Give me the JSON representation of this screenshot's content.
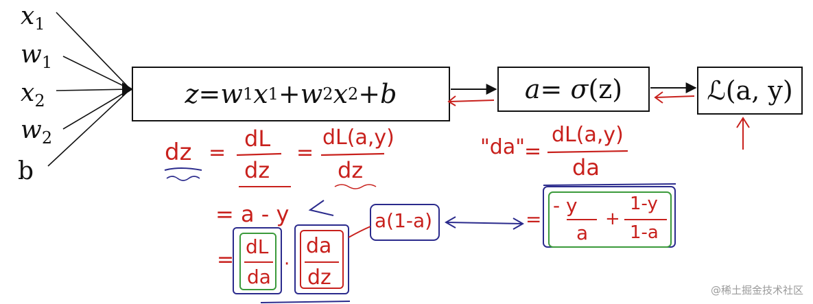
{
  "inputs": {
    "x1": "x",
    "x1_sub": "1",
    "w1": "w",
    "w1_sub": "1",
    "x2": "x",
    "x2_sub": "2",
    "w2": "w",
    "w2_sub": "2",
    "b": "b"
  },
  "nodes": {
    "linear": {
      "lhs": "z",
      "eq": " = ",
      "w1": "w",
      "s1": "1",
      "x1": "x",
      "t1": "1",
      "plus1": " + ",
      "w2": "w",
      "s2": "2",
      "x2": "x",
      "t2": "2",
      "plus2": " + ",
      "b": "b"
    },
    "sigmoid": {
      "lhs": "a",
      "eq": " = ",
      "sig": "σ",
      "arg": "(z)"
    },
    "loss": {
      "L": "ℒ",
      "args": "(a, y)"
    }
  },
  "handwriting": {
    "dz_label": "dz",
    "eq": "=",
    "dL": "dL",
    "dz_den": "dz",
    "dL_ay": "dL(a,y)",
    "dz_den2": "dz",
    "da_label": "\"da\"",
    "da_eq": "=",
    "dL_ay2": "dL(a,y)",
    "da_den": "da",
    "a_minus_y": "= a - y",
    "chain_eq": "=",
    "chain_dL": "dL",
    "chain_da": "da",
    "dot": "·",
    "chain_da2": "da",
    "chain_dz": "dz",
    "a1a": "a(1-a)",
    "rhs_eq": "=",
    "minus_y": "- y",
    "a_den": "a",
    "plus": "+",
    "one_minus_y": "1-y",
    "one_minus_a": "1-a"
  },
  "colors": {
    "ink": "#111111",
    "red": "#c8201c",
    "blue": "#2a2a8c",
    "green": "#3a9a3a"
  },
  "watermark": "@稀土掘金技术社区"
}
